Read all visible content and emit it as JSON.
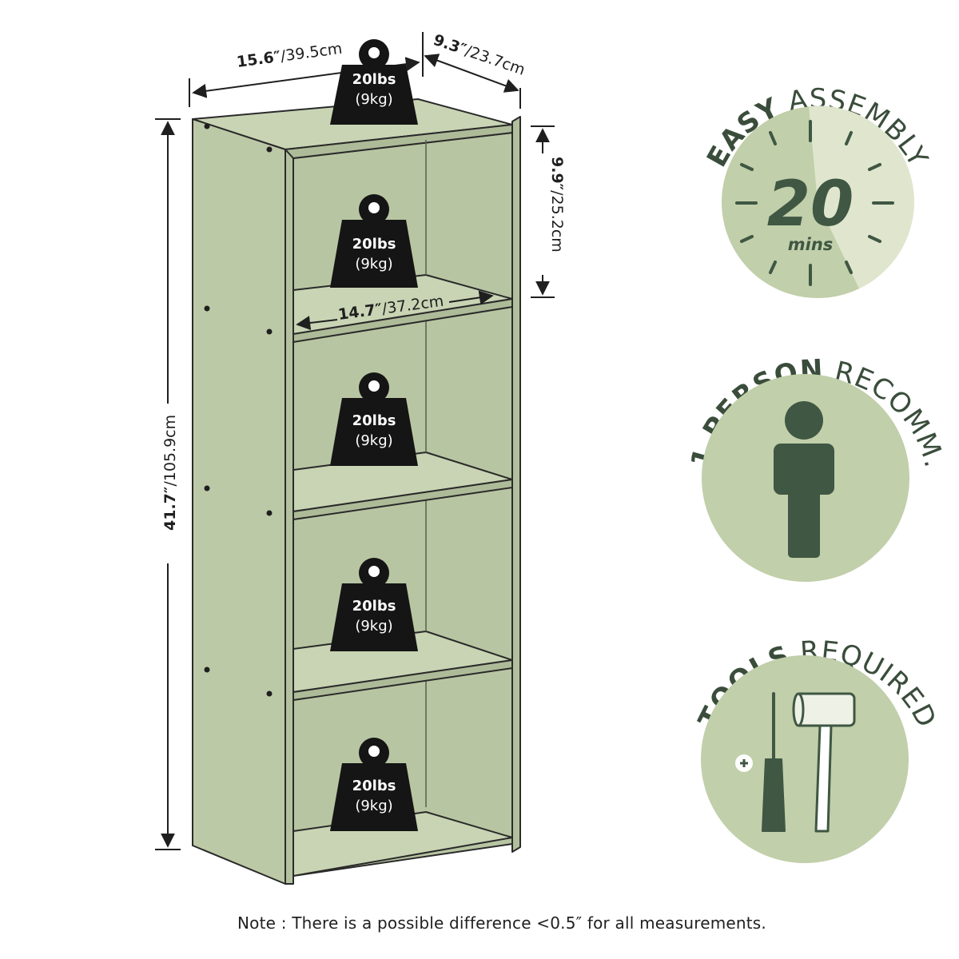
{
  "dimensions": {
    "top_width_in": "15.6″",
    "top_width_cm": "/39.5cm",
    "depth_in": "9.3″",
    "depth_cm": "/23.7cm",
    "shelf_height_in": "9.9″",
    "shelf_height_cm": "/25.2cm",
    "inner_width_in": "14.7″",
    "inner_width_cm": "/37.2cm",
    "total_height_in": "41.7″",
    "total_height_cm": "/105.9cm"
  },
  "weight_capacity": {
    "lbs": "20lbs",
    "kg": "(9kg)"
  },
  "badges": {
    "assembly": {
      "title_bold": "EASY",
      "title_rest": "ASSEMBLY",
      "time_value": "20",
      "time_unit": "mins",
      "icon": "clock-icon"
    },
    "person": {
      "title_bold": "1 PERSON",
      "title_rest": "RECOMM.",
      "icon": "person-icon"
    },
    "tools": {
      "title_bold": "TOOLS",
      "title_rest": "REQUIRED",
      "icon": "tools-icon"
    }
  },
  "note": "Note : There is a possible difference <0.5″ for all measurements.",
  "colors": {
    "shelf_fill": "#bcc9a6",
    "shelf_outline": "#2a2a2a",
    "badge_circle": "#c1cfaa",
    "badge_light": "#dfe6cd",
    "badge_dark": "#3f5743",
    "weight_fill": "#151515"
  }
}
